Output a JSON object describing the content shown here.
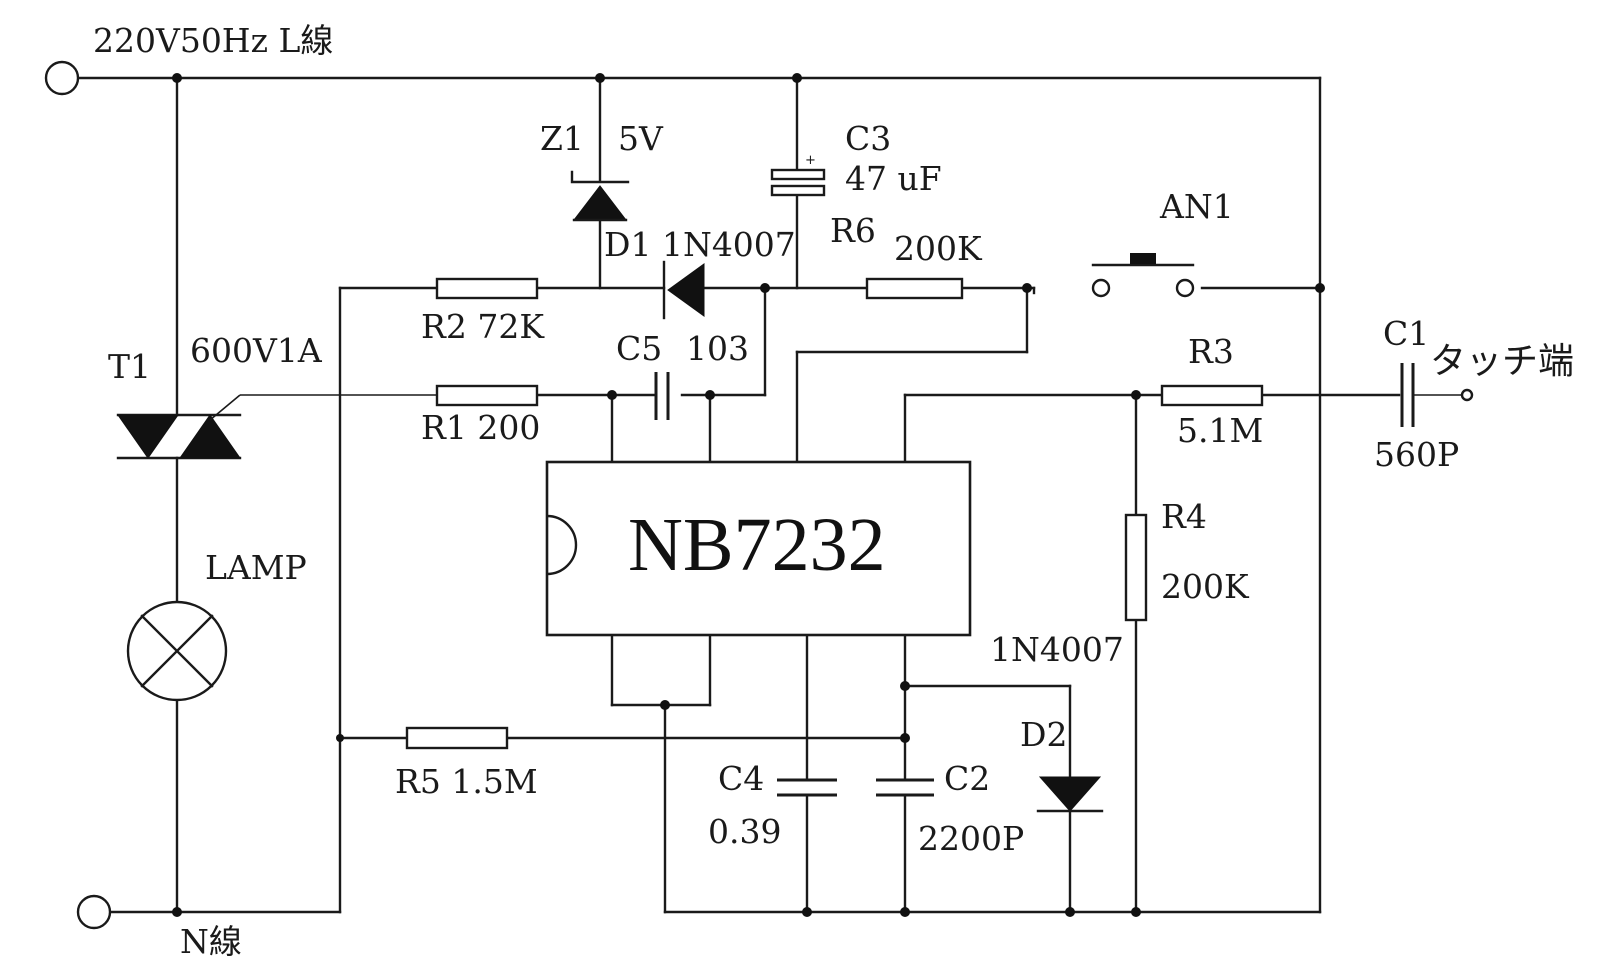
{
  "labels": {
    "l_line": "220V50Hz L線",
    "n_line": "N線",
    "t1": "T1",
    "t1_value": "600V1A",
    "lamp": "LAMP",
    "z1": "Z1",
    "z1_value": "5V",
    "c3": "C3",
    "c3_value": "47 uF",
    "r6": "R6",
    "r6_value": "200K",
    "an1": "AN1",
    "d1": "D1 1N4007",
    "r2": "R2  72K",
    "c5": "C5",
    "c5_value": "103",
    "r1": "R1  200",
    "r3": "R3",
    "r3_value": "5.1M",
    "c1": "C1",
    "touch": "タッチ端",
    "c1_value": "560P",
    "ic": "NB7232",
    "r4": "R4",
    "r4_value": "200K",
    "d2_part": "1N4007",
    "d2": "D2",
    "r5": "R5 1.5M",
    "c4": "C4",
    "c4_value": "0.39",
    "c2": "C2",
    "c2_value": "2200P"
  }
}
